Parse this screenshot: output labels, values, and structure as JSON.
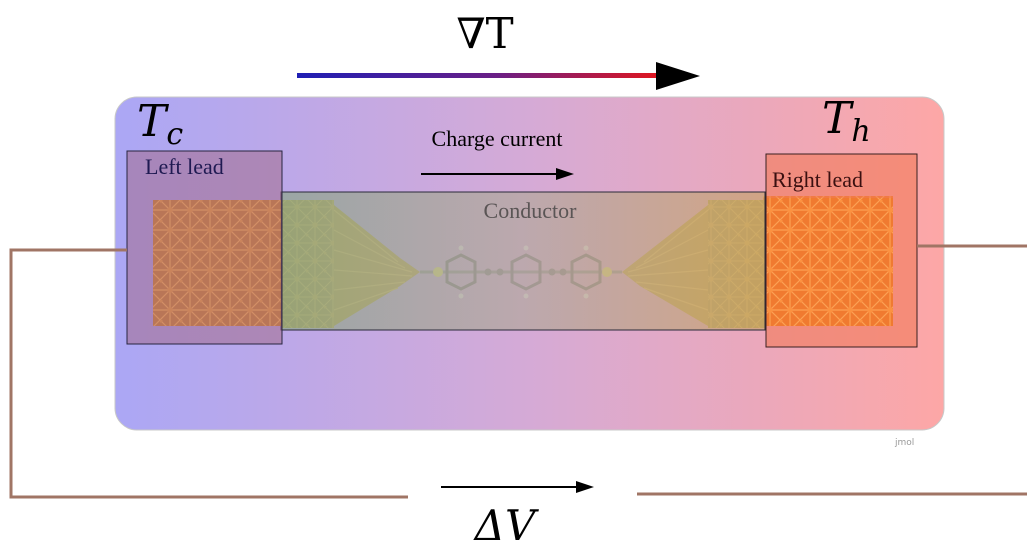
{
  "labels": {
    "gradient_T": "∇T",
    "T_cold_symbol": "T",
    "T_cold_sub": "c",
    "T_hot_symbol": "T",
    "T_hot_sub": "h",
    "charge_current": "Charge current",
    "left_lead": "Left lead",
    "right_lead": "Right lead",
    "conductor": "Conductor",
    "delta_V": "ΔV",
    "watermark": "jmol"
  },
  "colors": {
    "cold": "#a9a6f3",
    "hot": "#fba8a8",
    "mid": "#d8a9d6",
    "wire": "#a07565",
    "gold": "#d8a22a",
    "orange": "#e8781f",
    "arrow_blue": "#1f1fb4",
    "arrow_red": "#e0161f",
    "lead_left_fill": "#9a6f8a",
    "lead_right_fill": "#ef7b5d"
  }
}
